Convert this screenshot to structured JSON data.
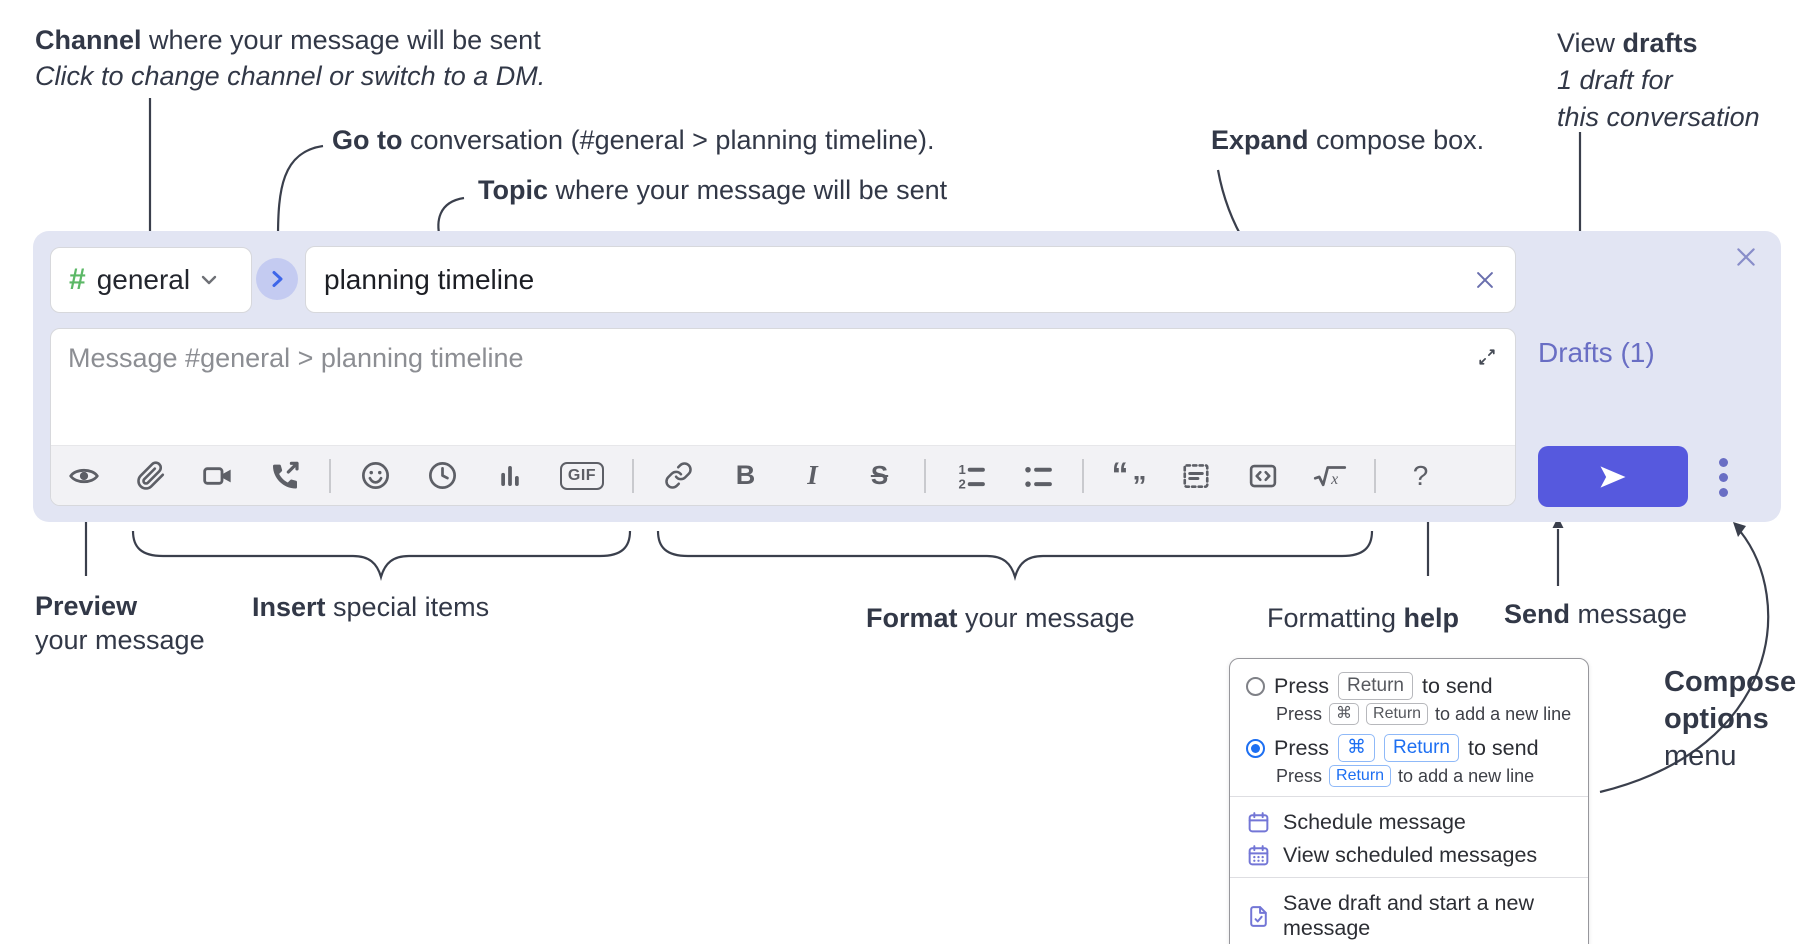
{
  "annotations": {
    "channel": {
      "bold": "Channel",
      "rest": " where your message will be sent",
      "sub": "Click to change channel or switch to a DM."
    },
    "goto": {
      "bold": "Go to",
      "rest": " conversation (#general > planning timeline)."
    },
    "topic": {
      "bold": "Topic",
      "rest": " where your message will be sent"
    },
    "expand": {
      "bold": "Expand",
      "rest": " compose box."
    },
    "view_drafts": {
      "line1_pre": "View ",
      "line1_bold": "drafts",
      "line2": "1 draft for",
      "line3": "this conversation"
    },
    "preview": {
      "bold": "Preview",
      "line2": "your message"
    },
    "insert": {
      "bold": "Insert",
      "rest": " special items"
    },
    "format": {
      "bold": "Format",
      "rest": " your message"
    },
    "help": {
      "pre": "Formatting ",
      "bold": "help"
    },
    "send": {
      "bold": "Send",
      "rest": " message"
    },
    "compose_options": {
      "line1": "Compose",
      "line2": "options",
      "line3": "menu"
    }
  },
  "composer": {
    "channel": {
      "hash": "#",
      "name": "general"
    },
    "topic": {
      "value": "planning timeline"
    },
    "message": {
      "placeholder": "Message #general > planning timeline"
    },
    "drafts_label": "Drafts (1)",
    "toolbar": {
      "gif": "GIF",
      "bold": "B",
      "italic": "I",
      "strike": "S",
      "help": "?",
      "ol1": "1",
      "ol2": "2",
      "quote_open": "“",
      "quote_close": "”",
      "formula_x": "x"
    }
  },
  "menu": {
    "options": [
      {
        "selected": false,
        "main": {
          "prefix": "Press",
          "keys": [
            "Return"
          ],
          "suffix": "to send"
        },
        "sub": {
          "prefix": "Press",
          "keys": [
            "⌘",
            "Return"
          ],
          "suffix": "to add a new line"
        }
      },
      {
        "selected": true,
        "main": {
          "prefix": "Press",
          "keys": [
            "⌘",
            "Return"
          ],
          "suffix": "to send"
        },
        "sub": {
          "prefix": "Press",
          "keys": [
            "Return"
          ],
          "suffix": "to add a new line"
        }
      }
    ],
    "items": [
      {
        "icon": "calendar-icon",
        "label": "Schedule message"
      },
      {
        "icon": "calendar-grid-icon",
        "label": "View scheduled messages"
      },
      {
        "icon": "save-draft-icon",
        "label": "Save draft and start a new message"
      }
    ]
  },
  "colors": {
    "panel": "#e2e5f3",
    "send_button": "#5659de",
    "drafts_purple": "#696ec4",
    "hash_green": "#5cb867",
    "go_chevron_blue": "#3e66e9",
    "selected_blue": "#1d6ff2",
    "menu_icon_purple": "#7376d6",
    "annotation_text": "#323847"
  }
}
